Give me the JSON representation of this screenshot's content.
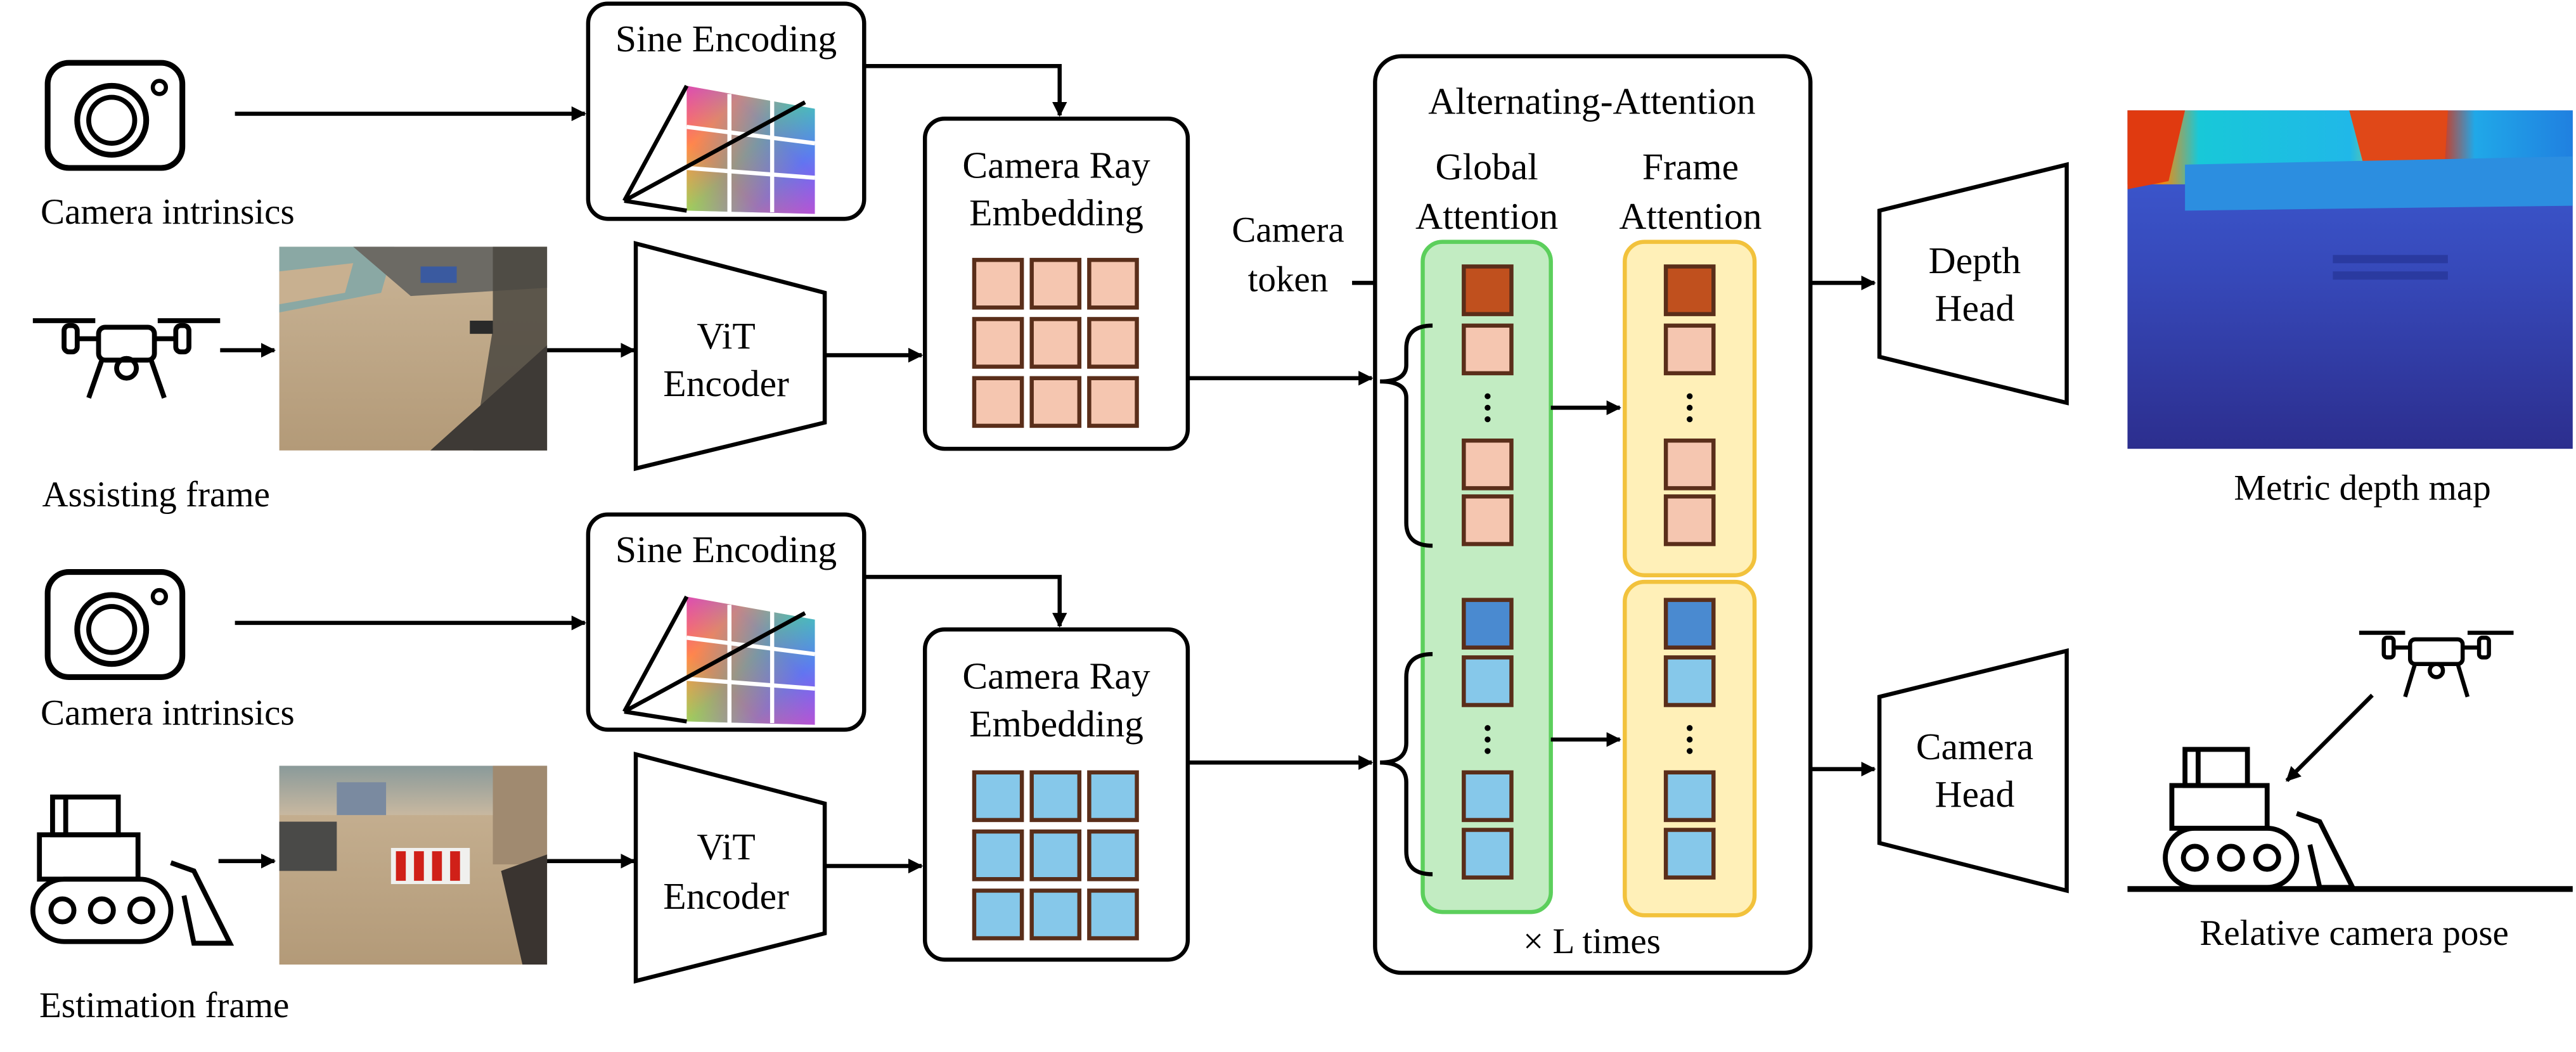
{
  "labels": {
    "camera_intrinsics_top": "Camera intrinsics",
    "camera_intrinsics_bottom": "Camera intrinsics",
    "assisting_frame": "Assisting frame",
    "estimation_frame": "Estimation frame",
    "sine_encoding_top": "Sine Encoding",
    "sine_encoding_bottom": "Sine Encoding",
    "camera_ray_line1": "Camera Ray",
    "camera_ray_line2": "Embedding",
    "vit_line1": "ViT",
    "vit_line2": "Encoder",
    "camera_token_line1": "Camera",
    "camera_token_line2": "token",
    "alt_attention_title": "Alternating-Attention",
    "global_attention_line1": "Global",
    "global_attention_line2": "Attention",
    "frame_attention_line1": "Frame",
    "frame_attention_line2": "Attention",
    "l_times": "× L times",
    "depth_head_line1": "Depth",
    "depth_head_line2": "Head",
    "camera_head_line1": "Camera",
    "camera_head_line2": "Head",
    "metric_depth_map": "Metric depth map",
    "relative_camera_pose": "Relative camera pose"
  },
  "colors": {
    "assist_token": "#f5c6b0",
    "assist_camera_token": "#c0501e",
    "estim_token": "#86c8ea",
    "estim_camera_token": "#4a8ad0",
    "token_border": "#5a2e1a",
    "global_fill": "#c2ecc2",
    "global_border": "#5ccf5c",
    "frame_fill": "#fff0b8",
    "frame_border": "#f2c23c"
  },
  "icons": [
    "camera-icon",
    "drone-icon",
    "bulldozer-icon",
    "sine-encoding-grid-icon",
    "vertical-ellipsis-icon"
  ]
}
